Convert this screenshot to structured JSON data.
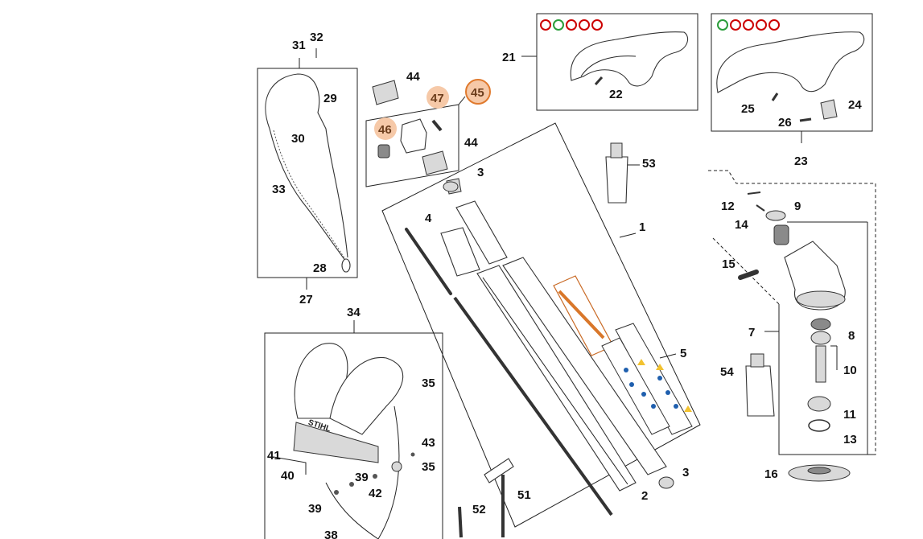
{
  "callouts": {
    "n1": "1",
    "n2": "2",
    "n3a": "3",
    "n3b": "3",
    "n4": "4",
    "n5": "5",
    "n7": "7",
    "n8": "8",
    "n9": "9",
    "n10": "10",
    "n11": "11",
    "n12": "12",
    "n13": "13",
    "n14": "14",
    "n15": "15",
    "n16": "16",
    "n21": "21",
    "n22": "22",
    "n23": "23",
    "n24": "24",
    "n25": "25",
    "n26": "26",
    "n27": "27",
    "n28": "28",
    "n29": "29",
    "n30": "30",
    "n31": "31",
    "n32": "32",
    "n33": "33",
    "n34": "34",
    "n35a": "35",
    "n35b": "35",
    "n38": "38",
    "n39a": "39",
    "n39b": "39",
    "n40": "40",
    "n41": "41",
    "n42": "42",
    "n43": "43",
    "n44a": "44",
    "n44b": "44",
    "n45": "45",
    "n46": "46",
    "n47": "47",
    "n51": "51",
    "n52": "52",
    "n53": "53",
    "n54": "54"
  },
  "harness_brand": "STIHL",
  "highlight_colors": {
    "fill": "#f6c9a8",
    "ring": "#e07a2e"
  }
}
